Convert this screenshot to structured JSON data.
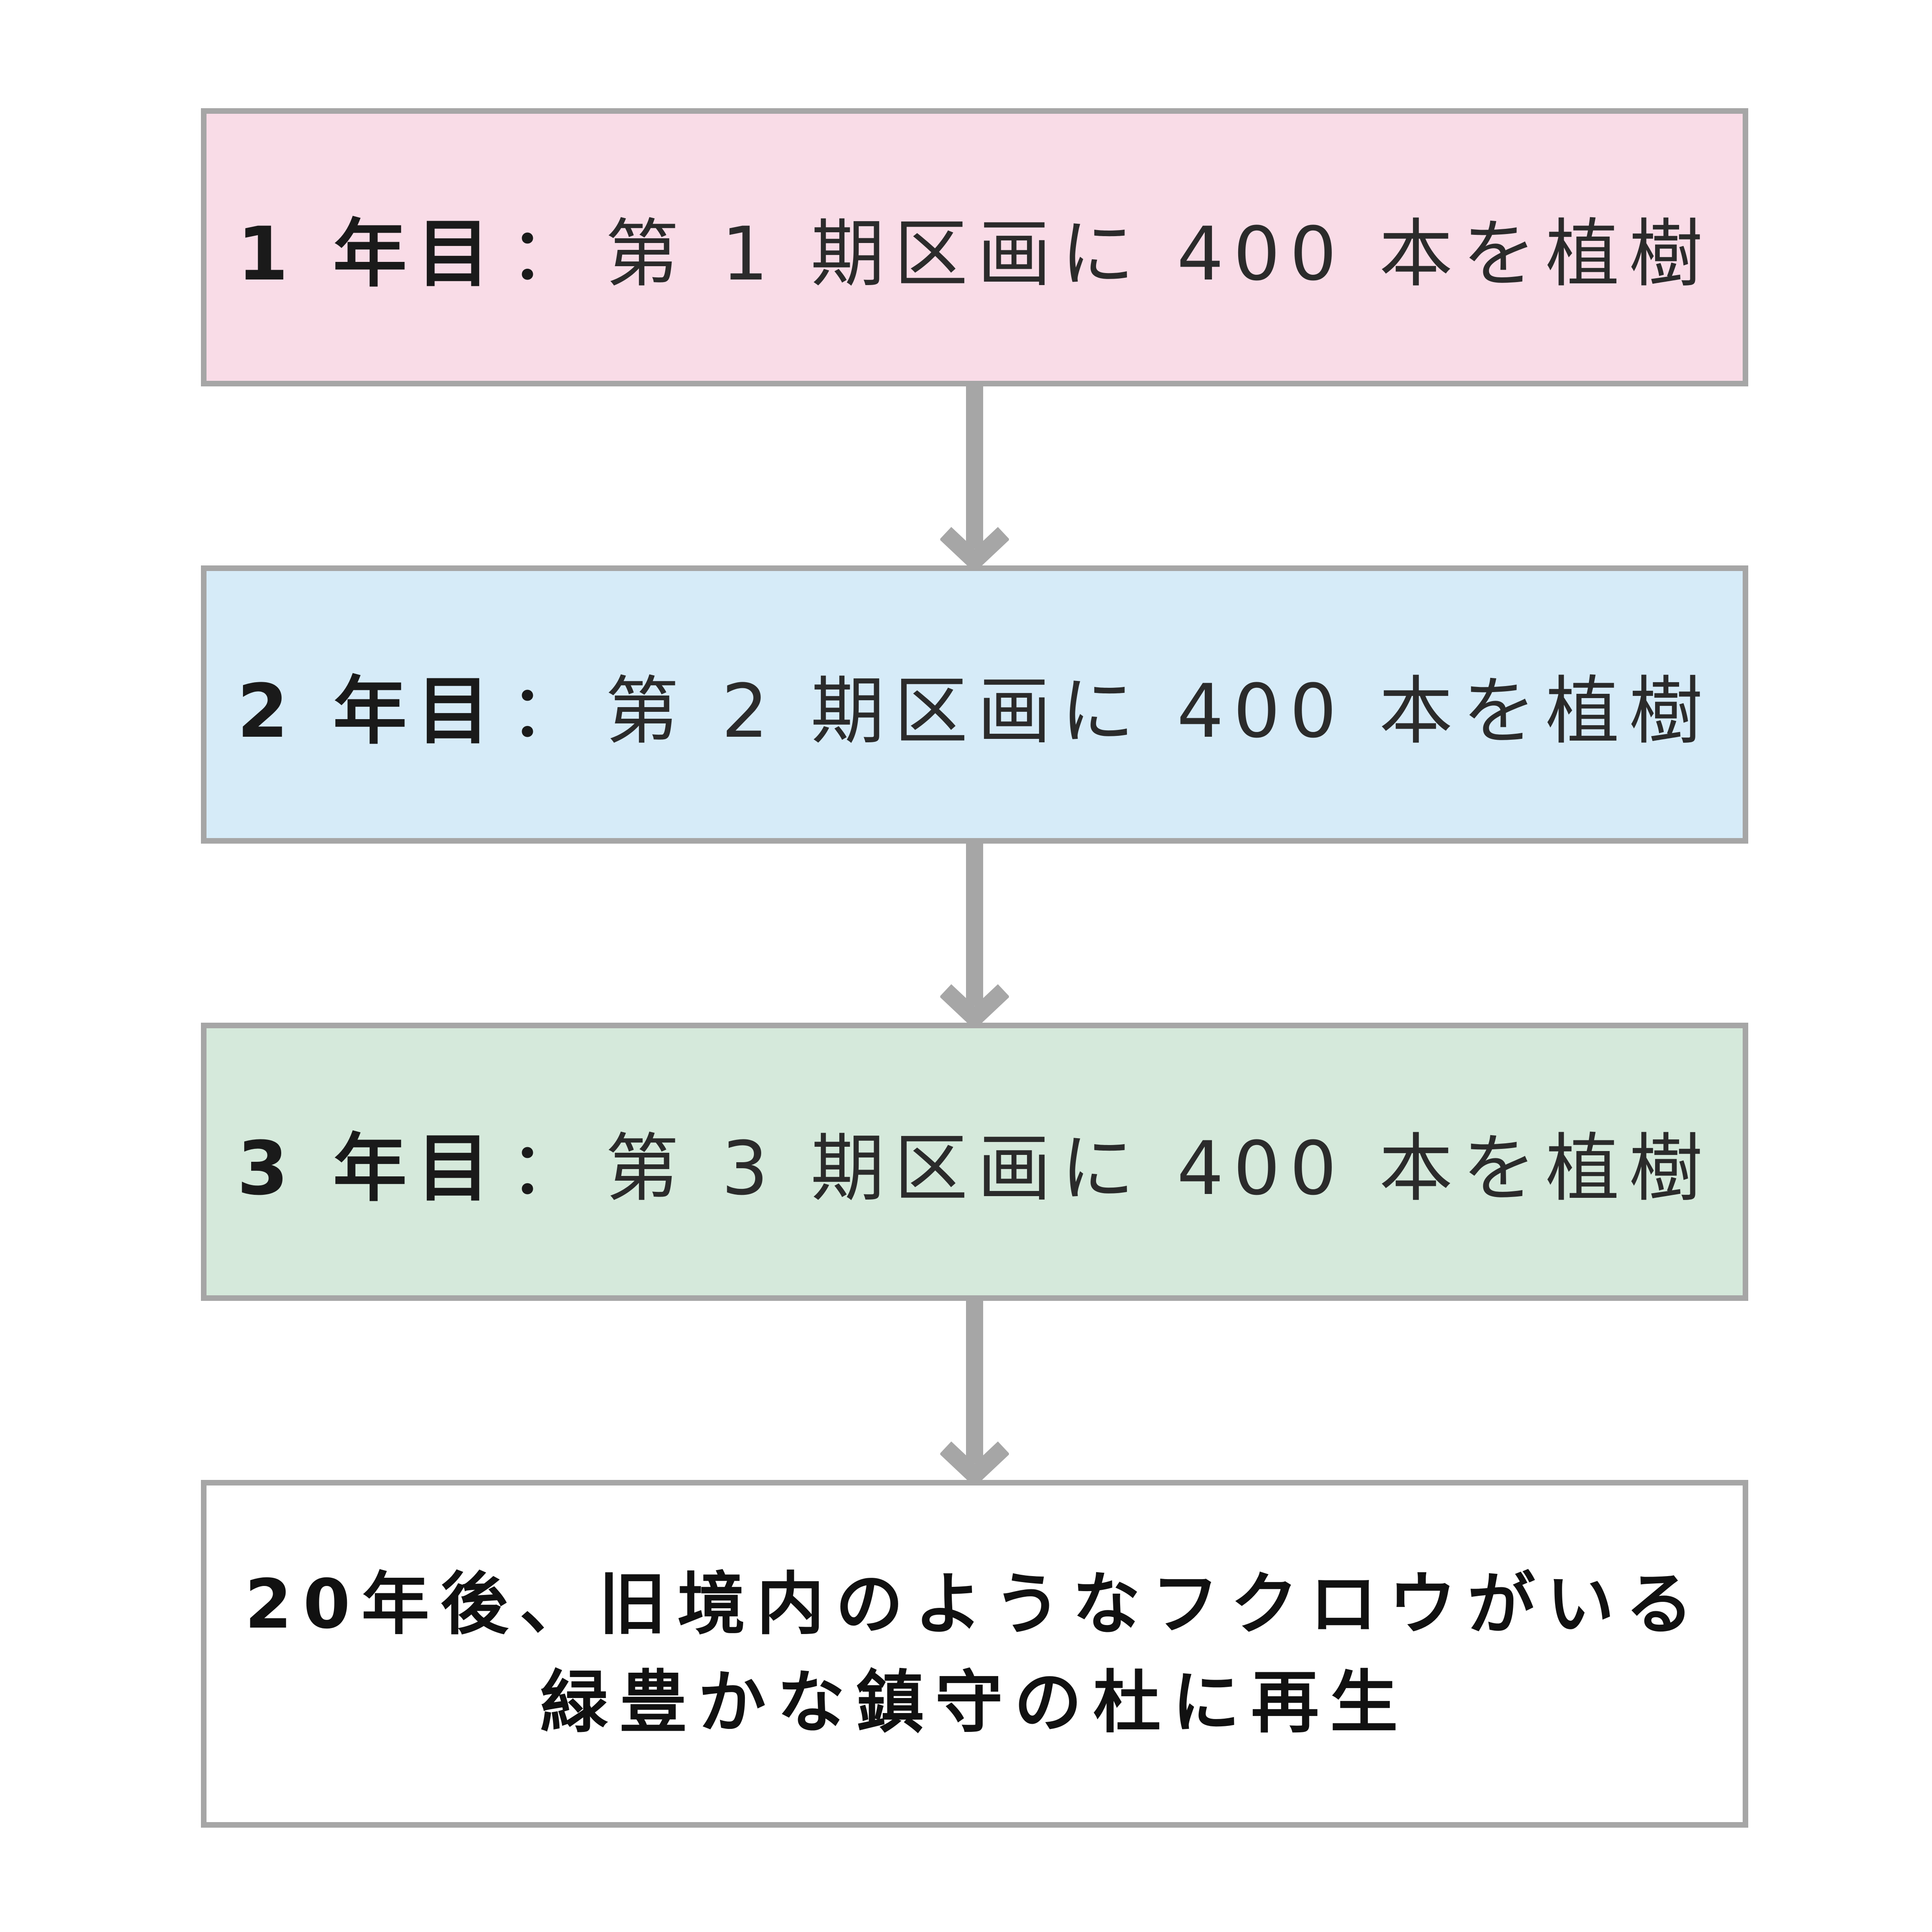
{
  "steps": [
    {
      "year": "1 年目",
      "separator": "：",
      "description": "第 1 期区画に 400 本を植樹"
    },
    {
      "year": "2 年目",
      "separator": "：",
      "description": "第 2 期区画に 400 本を植樹"
    },
    {
      "year": "3 年目",
      "separator": "：",
      "description": "第 3 期区画に 400 本を植樹"
    }
  ],
  "result": {
    "line1": "20年後、旧境内のようなフクロウがいる",
    "line2": "緑豊かな鎮守の杜に再生"
  },
  "colors": {
    "step1_fill": "#f9dce7",
    "step2_fill": "#d6ebf8",
    "step3_fill": "#d5e9db",
    "result_fill": "#ffffff",
    "border": "#a6a6a6",
    "arrow": "#a6a6a6"
  },
  "icons": [
    "arrow-down-icon",
    "arrow-down-icon",
    "arrow-down-icon"
  ]
}
